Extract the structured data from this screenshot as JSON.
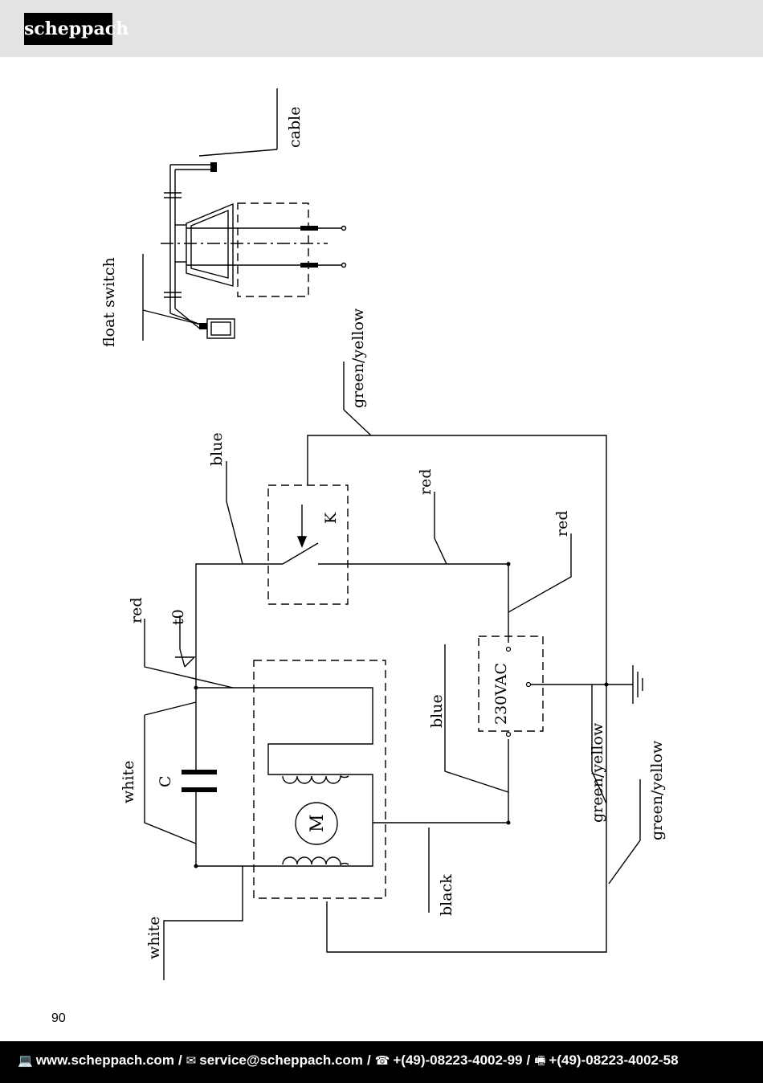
{
  "header": {
    "logo_text": "scheppach"
  },
  "diagram": {
    "labels": {
      "cable": "cable",
      "float_switch": "float switch",
      "green_yellow_top": "green/yellow",
      "blue_top": "blue",
      "red_mid": "red",
      "red_right": "red",
      "red_left": "red",
      "t0": "t0",
      "k": "K",
      "white_c": "white",
      "c": "C",
      "m": "M",
      "blue_bottom": "blue",
      "vac": "230VAC",
      "green_yellow_mid": "green/yellow",
      "green_yellow_right": "green/yellow",
      "black": "black",
      "white_bottom": "white"
    }
  },
  "page": {
    "number": "90"
  },
  "footer": {
    "web_icon": "computer-icon",
    "website": "www.scheppach.com",
    "mail_icon": "envelope-icon",
    "email": "service@scheppach.com",
    "phone_icon": "phone-icon",
    "phone": "+(49)-08223-4002-99",
    "fax_icon": "fax-icon",
    "fax": "+(49)-08223-4002-58",
    "separator": "/"
  }
}
